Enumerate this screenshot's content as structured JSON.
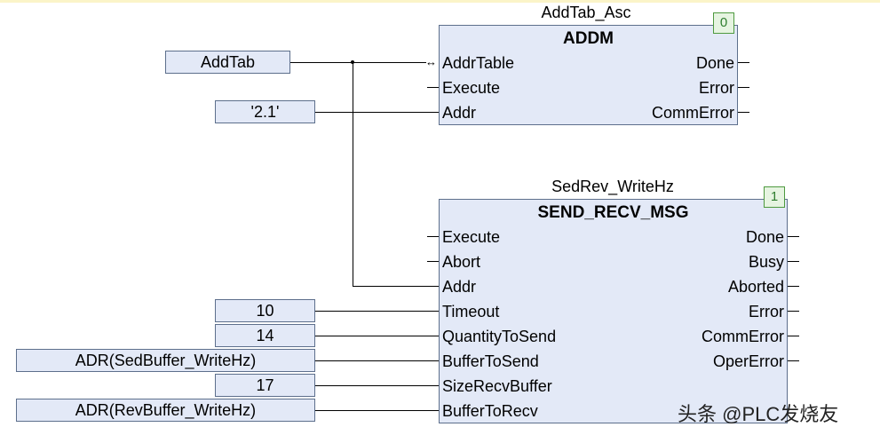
{
  "blocks": {
    "addm": {
      "instance": "AddTab_Asc",
      "type": "ADDM",
      "order": "0",
      "inputs": [
        "AddrTable",
        "Execute",
        "Addr"
      ],
      "outputs": [
        "Done",
        "Error",
        "CommError"
      ]
    },
    "sendrecv": {
      "instance": "SedRev_WriteHz",
      "type": "SEND_RECV_MSG",
      "order": "1",
      "inputs": [
        "Execute",
        "Abort",
        "Addr",
        "Timeout",
        "QuantityToSend",
        "BufferToSend",
        "SizeRecvBuffer",
        "BufferToRecv"
      ],
      "outputs": [
        "Done",
        "Busy",
        "Aborted",
        "Error",
        "CommError",
        "OperError"
      ]
    }
  },
  "variables": {
    "addtab": "AddTab",
    "addr": "'2.1'",
    "timeout": "10",
    "quantity": "14",
    "sedbuffer": "ADR(SedBuffer_WriteHz)",
    "sizerecv": "17",
    "revbuffer": "ADR(RevBuffer_WriteHz)"
  },
  "watermark": "头条 @PLC发烧友"
}
